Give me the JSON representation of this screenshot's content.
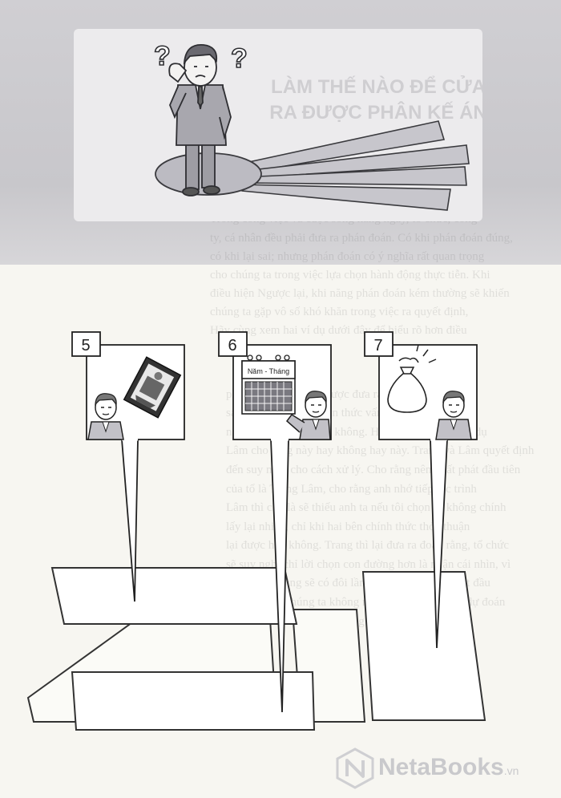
{
  "illustration": {
    "title_line1": "LÀM THẾ NÀO ĐỂ CỬA",
    "title_line2": "RA ĐƯỢC PHÂN KẾ ÁN"
  },
  "panels": [
    {
      "number": "5",
      "icon": "picture-frame-icon"
    },
    {
      "number": "6",
      "icon": "calendar-icon",
      "calendar_label": "Năm - Tháng"
    },
    {
      "number": "7",
      "icon": "money-bag-icon"
    }
  ],
  "bleed_text": [
    "Trong công việc và cuộc sống hằng ngày, tổ chức, công",
    "ty, cá nhân đều phải đưa ra phán đoán. Có khi phán đoán đúng,",
    "có khi lại sai; nhưng phán đoán có ý nghĩa rất quan trọng",
    "cho chúng ta trong việc lựa chọn hành động thực tiễn. Khi",
    "điều hiện Ngược lại, khi năng phán đoán kém thường sẽ khiến",
    "chúng ta gặp vô số khó khăn trong việc ra quyết định,",
    "Hãy cùng xem hai ví dụ dưới đây để hiểu rõ hơn điều",
    "phán đoán trước kia được đưa ra như thế nào và liệu",
    "sai lầm trong việc nhận thức vấn đề có ảnh hưởng",
    "này của chúng tôi hay không. Hãy cùng xem các ví dụ",
    "Lâm cho rằng này hay không hay này. Trang và Lâm quyết định",
    "đến suy nghĩ cho cách xử lý. Cho rằng nên xuất phát đầu tiên",
    "của tổ là Trang Lâm, cho rằng anh nhớ tiếp tục trình",
    "Lâm thì cho là sẽ thiếu anh ta nếu tôi chọn sẽ không chính",
    "lấy lại nhiều, chỉ khi hai bên chính thức thỏa thuận",
    "lại được hay không. Trang thì lại đưa ra đoán rằng, tổ chức",
    "sẽ suy nghĩ chỉ lời chọn con đường hơn là nhận cái nhìn, vì",
    "có thể đến cũng sẽ có đôi lần các doanh nghiệp bắt đầu",
    "lại như vậy, chúng ta không nhận thức hay không dự đoán",
    "Lâm mà anh được với chúng tôi."
  ],
  "watermark": {
    "brand": "NetaBooks",
    "suffix": ".vn"
  }
}
